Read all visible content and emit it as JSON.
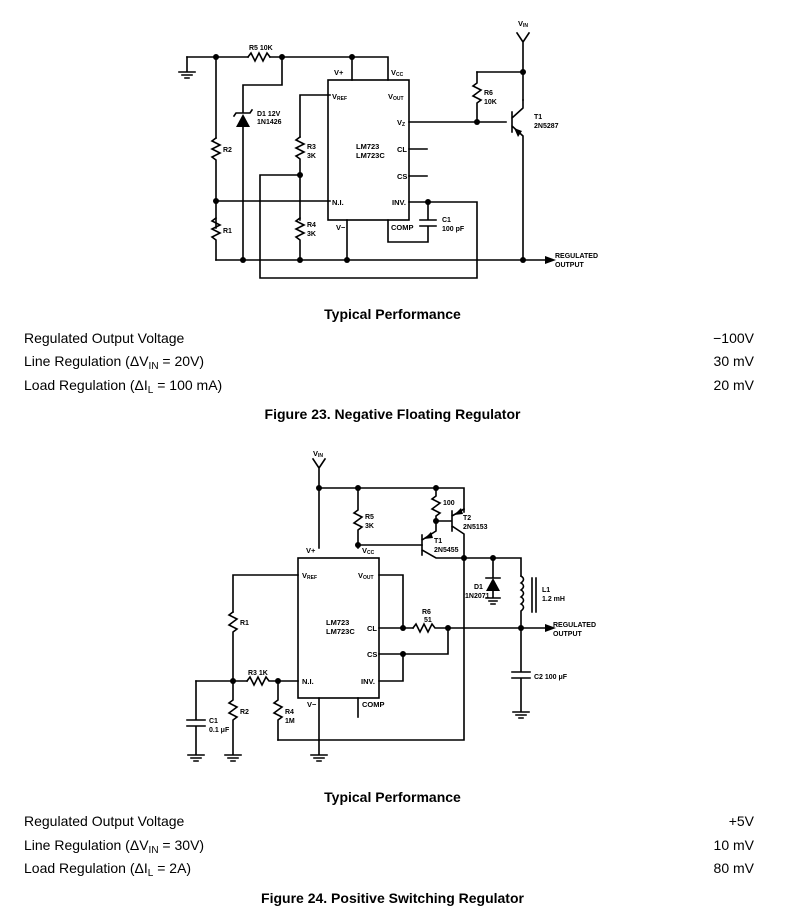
{
  "figure23": {
    "schematic": {
      "ic": {
        "name1": "LM723",
        "name2": "LM723C",
        "pins": {
          "vplus": "V+",
          "vcc": "VCC",
          "vref": "VREF",
          "vout": "VOUT",
          "vz": "VZ",
          "cl": "CL",
          "cs": "CS",
          "ni": "N.I.",
          "inv": "INV.",
          "vminus": "V−",
          "comp": "COMP"
        }
      },
      "r5": "R5 10K",
      "d1_a": "D1 12V",
      "d1_b": "1N1426",
      "r2": "R2",
      "r1": "R1",
      "r3_a": "R3",
      "r3_b": "3K",
      "r4_a": "R4",
      "r4_b": "3K",
      "r6_a": "R6",
      "r6_b": "10K",
      "t1_a": "T1",
      "t1_b": "2N5287",
      "c1_a": "C1",
      "c1_b": "100 pF",
      "vin": "VIN",
      "out_a": "REGULATED",
      "out_b": "OUTPUT"
    },
    "perf_title": "Typical Performance",
    "rows": [
      {
        "label_pre": "Regulated Output Voltage",
        "label_sub": "",
        "label_post": "",
        "value": "−100V"
      },
      {
        "label_pre": "Line Regulation (ΔV",
        "label_sub": "IN",
        "label_post": " = 20V)",
        "value": "30 mV"
      },
      {
        "label_pre": "Load Regulation (ΔI",
        "label_sub": "L",
        "label_post": " = 100 mA)",
        "value": "20 mV"
      }
    ],
    "caption": "Figure 23.  Negative Floating Regulator"
  },
  "figure24": {
    "schematic": {
      "ic": {
        "name1": "LM723",
        "name2": "LM723C",
        "pins": {
          "vplus": "V+",
          "vcc": "VCC",
          "vref": "VREF",
          "vout": "VOUT",
          "cl": "CL",
          "cs": "CS",
          "ni": "N.I.",
          "inv": "INV.",
          "vminus": "V−",
          "comp": "COMP"
        }
      },
      "vin": "VIN",
      "r5_a": "R5",
      "r5_b": "3K",
      "r100": "100",
      "t2_a": "T2",
      "t2_b": "2N5153",
      "t1_a": "T1",
      "t1_b": "2N5455",
      "d1_a": "D1",
      "d1_b": "1N2071",
      "l1_a": "L1",
      "l1_b": "1.2 mH",
      "r6_a": "R6",
      "r6_b": "51",
      "r1": "R1",
      "r2": "R2",
      "r3": "R3 1K",
      "r4_a": "R4",
      "r4_b": "1M",
      "c1_a": "C1",
      "c1_b": "0.1 μF",
      "c2": "C2 100 μF",
      "out_a": "REGULATED",
      "out_b": "OUTPUT"
    },
    "perf_title": "Typical Performance",
    "rows": [
      {
        "label_pre": "Regulated Output Voltage",
        "label_sub": "",
        "label_post": "",
        "value": "+5V"
      },
      {
        "label_pre": "Line Regulation (ΔV",
        "label_sub": "IN",
        "label_post": " = 30V)",
        "value": "10 mV"
      },
      {
        "label_pre": "Load Regulation (ΔI",
        "label_sub": "L",
        "label_post": " = 2A)",
        "value": "80 mV"
      }
    ],
    "caption": "Figure 24.  Positive Switching Regulator"
  }
}
